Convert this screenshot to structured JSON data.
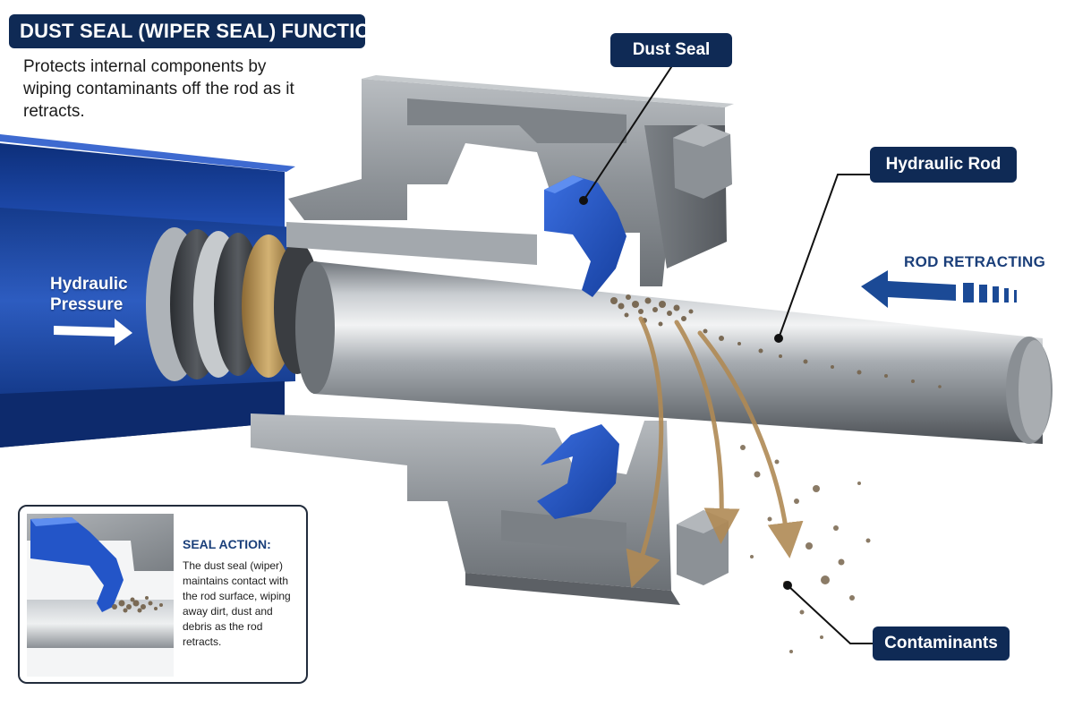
{
  "title": "DUST SEAL (WIPER SEAL) FUNCTION",
  "subtitle": "Protects internal components by wiping contaminants off the rod as it retracts.",
  "labels": {
    "dust_seal": "Dust Seal",
    "hydraulic_rod": "Hydraulic Rod",
    "contaminants": "Contaminants",
    "rod_retracting": "ROD RETRACTING",
    "hydraulic_pressure_line1": "Hydraulic",
    "hydraulic_pressure_line2": "Pressure"
  },
  "inset": {
    "title": "SEAL ACTION:",
    "text": "The dust seal (wiper) maintains contact with the rod surface, wiping away dirt, dust and debris as the rod retracts."
  },
  "colors": {
    "callout_bg": "#0f2a55",
    "cylinder_blue": "#1e4fb0",
    "seal_blue": "#2355c8",
    "steel": "#9aa0a6",
    "debris": "#7a6a55",
    "arrow_bronze": "#b08a55"
  },
  "icons": {
    "arrow_left": "rod-retracting-arrow-icon",
    "arrow_right": "pressure-arrow-icon"
  }
}
